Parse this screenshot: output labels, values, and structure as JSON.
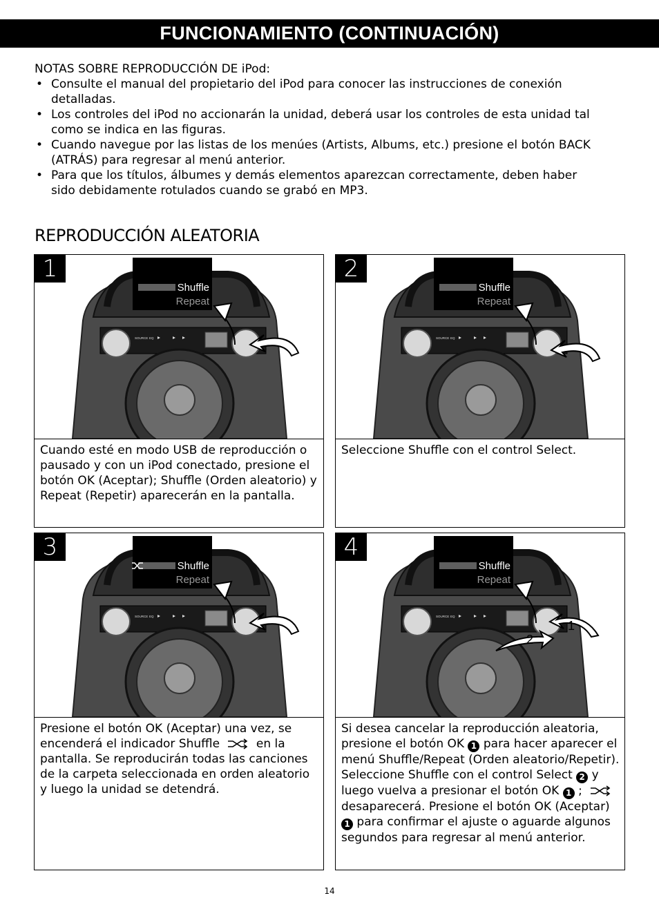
{
  "header": {
    "title": "FUNCIONAMIENTO (CONTINUACIÓN)"
  },
  "notes": {
    "heading": "NOTAS SOBRE REPRODUCCIÓN DE iPod:",
    "bullet": "•",
    "items": [
      "Consulte el manual del propietario del iPod para conocer las instrucciones de conexión detalladas.",
      "Los controles del iPod no accionarán la unidad, deberá usar los controles de esta unidad tal como se indica en las figuras.",
      "Cuando navegue por las listas de los menúes (Artists, Albums, etc.) presione el botón BACK (ATRÁS) para regresar al menú anterior.",
      "Para que los títulos, álbumes y demás elementos aparezcan correctamente, deben haber sido debidamente rotulados cuando se grabó en MP3."
    ]
  },
  "section": {
    "title": "REPRODUCCIÓN ALEATORIA"
  },
  "illustration": {
    "display": {
      "shuffle": "Shuffle",
      "repeat": "Repeat"
    },
    "panel_labels": {
      "source": "SOURCE",
      "eq": "EQ"
    },
    "colors": {
      "speaker_body": "#4a4a4a",
      "display_bg": "#000000",
      "knob": "#d8d8d8"
    }
  },
  "steps": [
    {
      "number": "1",
      "text": "Cuando esté en modo USB de reproducción o pausado y con un iPod conectado, presione el botón OK (Aceptar); Shuffle (Orden aleatorio) y Repeat (Repetir) aparecerán en la pantalla."
    },
    {
      "number": "2",
      "text": "Seleccione Shuffle con el control Select."
    },
    {
      "number": "3",
      "text_a": "Presione el botón OK (Aceptar) una vez, se encenderá el indicador Shuffle",
      "text_b": "en la pantalla. Se reproducirán todas las canciones de la carpeta seleccionada en orden aleatorio y luego la unidad se detendrá."
    },
    {
      "number": "4",
      "callout_1": "1",
      "callout_2": "2",
      "t1": "Si desea cancelar la reproducción aleatoria, presione el botón OK",
      "t2": "para hacer aparecer el menú Shuffle/Repeat (Orden aleatorio/Repetir). Seleccione Shuffle con el control Select",
      "t3": "y luego vuelva a presionar el botón OK",
      "t4": ";",
      "t5": "desaparecerá. Presione el botón OK (Aceptar)",
      "t6": "para confirmar el ajuste o aguarde algunos segundos para regresar al menú anterior."
    }
  ],
  "page": {
    "number": "14"
  }
}
